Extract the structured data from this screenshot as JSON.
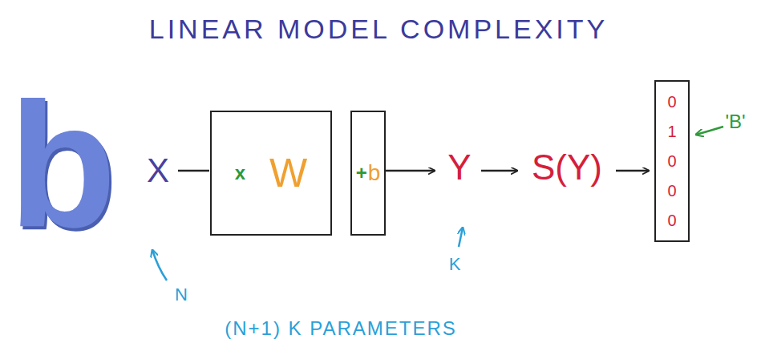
{
  "diagram": {
    "title": "LINEAR MODEL COMPLEXITY",
    "nodes": [
      {
        "text": [
          "x",
          "W"
        ]
      },
      {
        "text": [
          "+",
          "b"
        ]
      },
      {
        "text": [
          "0 1 0 0 0"
        ]
      }
    ],
    "labels": [
      "b",
      "X",
      "Y",
      "S(Y)",
      "'B'",
      "N",
      "K",
      "(N+1) K PARAMETERS"
    ]
  }
}
